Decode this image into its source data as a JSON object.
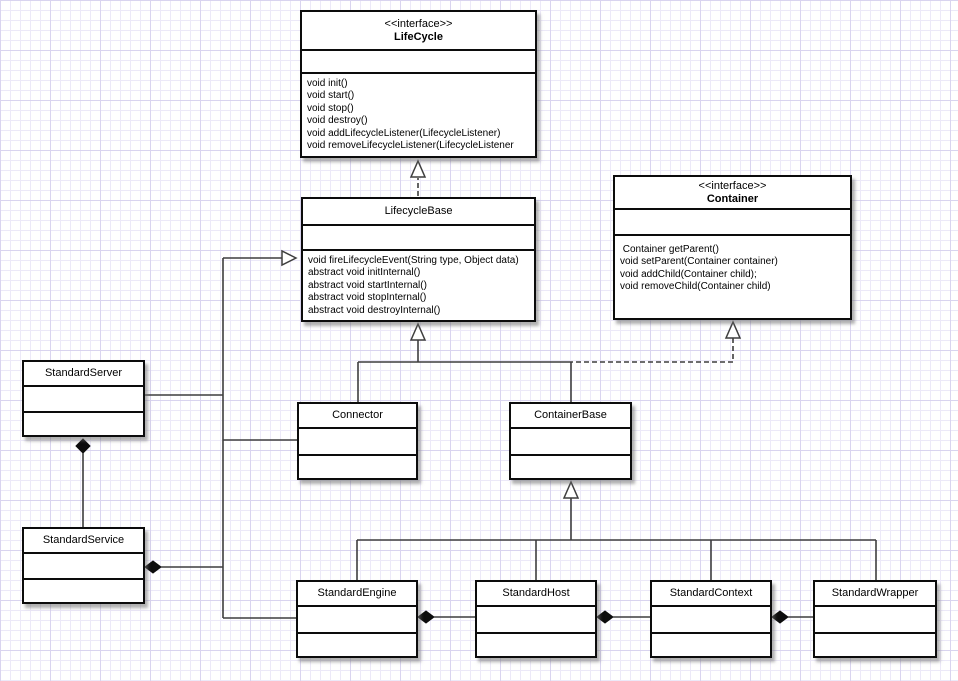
{
  "diagram": {
    "kind": "uml-class-diagram",
    "colors": {
      "box_border": "#0c0c0c",
      "edge": "#3e3e3e",
      "grid_minor": "#ece9f8",
      "grid_major": "#d9d4ef",
      "background": "#ffffff"
    }
  },
  "classes": {
    "lifecycle": {
      "stereotype": "<<interface>>",
      "name": "LifeCycle",
      "methods": [
        "void init()",
        "void start()",
        "void stop()",
        "void destroy()",
        "void addLifecycleListener(LifecycleListener)",
        "void removeLifecycleListener(LifecycleListener"
      ]
    },
    "lifecycleBase": {
      "name": "LifecycleBase",
      "methods": [
        "void fireLifecycleEvent(String type, Object data)",
        "abstract void initInternal()",
        "abstract void startInternal()",
        "abstract void stopInternal()",
        "abstract void destroyInternal()"
      ]
    },
    "container": {
      "stereotype": "<<interface>>",
      "name": "Container",
      "methods": [
        " Container getParent()",
        "void setParent(Container container)",
        "void addChild(Container child);",
        "void removeChild(Container child)"
      ]
    },
    "standardServer": {
      "name": "StandardServer"
    },
    "standardService": {
      "name": "StandardService"
    },
    "connector": {
      "name": "Connector"
    },
    "containerBase": {
      "name": "ContainerBase"
    },
    "standardEngine": {
      "name": "StandardEngine"
    },
    "standardHost": {
      "name": "StandardHost"
    },
    "standardContext": {
      "name": "StandardContext"
    },
    "standardWrapper": {
      "name": "StandardWrapper"
    }
  },
  "relationships": [
    {
      "type": "realization",
      "from": "LifecycleBase",
      "to": "LifeCycle"
    },
    {
      "type": "generalization",
      "from": "Connector",
      "to": "LifecycleBase"
    },
    {
      "type": "generalization",
      "from": "ContainerBase",
      "to": "LifecycleBase"
    },
    {
      "type": "realization",
      "from": "ContainerBase",
      "to": "Container"
    },
    {
      "type": "generalization",
      "from": "StandardServer",
      "to": "LifecycleBase"
    },
    {
      "type": "generalization",
      "from": "StandardEngine",
      "to": "ContainerBase"
    },
    {
      "type": "generalization",
      "from": "StandardHost",
      "to": "ContainerBase"
    },
    {
      "type": "generalization",
      "from": "StandardContext",
      "to": "ContainerBase"
    },
    {
      "type": "generalization",
      "from": "StandardWrapper",
      "to": "ContainerBase"
    },
    {
      "type": "composition",
      "whole": "StandardServer",
      "part": "StandardService"
    },
    {
      "type": "composition",
      "whole": "StandardService",
      "part": "Connector"
    },
    {
      "type": "composition",
      "whole": "StandardService",
      "part": "StandardEngine"
    },
    {
      "type": "composition",
      "whole": "StandardEngine",
      "part": "StandardHost"
    },
    {
      "type": "composition",
      "whole": "StandardHost",
      "part": "StandardContext"
    },
    {
      "type": "composition",
      "whole": "StandardContext",
      "part": "StandardWrapper"
    }
  ]
}
